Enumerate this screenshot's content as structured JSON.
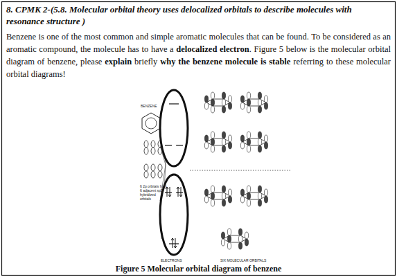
{
  "diagram": {
    "title": "8. CPMK 2-(5.8. Molecular orbital theory uses delocalized orbitals to describe molecules with resonance structure )",
    "caption": "Figure 5 Molecular orbital diagram of benzene",
    "labels": [
      "Benzene is one of the most common and simple aromatic molecules that can be found. To be considered as an aromatic compound, the molecule has to have a",
      "delocalized electron",
      ". Figure 5 below is the molecular orbital diagram of benzene, please",
      "explain",
      "briefly",
      "why the benzene molecule is stable",
      "referring to these molecular orbital diagrams!",
      "BENZENE",
      "6 2p orbitals from 6 adjacent sp2 hybridized orbitals",
      "ELECTRONS",
      "SIX MOLECULAR ORBITALS"
    ]
  }
}
